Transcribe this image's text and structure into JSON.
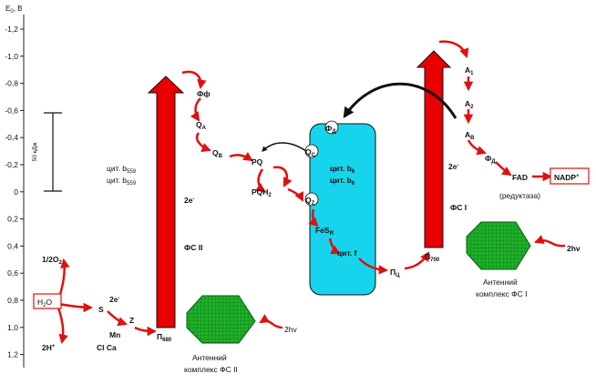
{
  "axis": {
    "title_main": "E",
    "title_sub": "0",
    "title_unit": ", В",
    "ticks": [
      "-1,2",
      "-1,0",
      "-0,8",
      "-0,6",
      "-0,4",
      "-0,2",
      "0",
      "0,2",
      "0,4",
      "0,6",
      "0,8",
      "1,0",
      "1,2"
    ],
    "scale_bar_label": "50 кДж"
  },
  "labels": {
    "ff": "Фф",
    "qa_main": "Q",
    "qa_sub": "A",
    "qb_main": "Q",
    "qb_sub": "B",
    "pq": "PQ",
    "pqh2_main": "PQH",
    "pqh2_sub": "2",
    "qc_main": "Q",
    "qc_sub": "C",
    "qz_main": "Q",
    "qz_sub": "Z",
    "fd_main": "Ф",
    "fd_sub": "Д",
    "cyt_b6_1_main": "цит. b",
    "cyt_b6_1_sub": "6",
    "cyt_b6_2_main": "цит. b",
    "cyt_b6_2_sub": "6",
    "fesr_main": "FeS",
    "fesr_sub": "R",
    "cyt_f": "цит. f",
    "pc_main": "П",
    "pc_sub": "Ц",
    "p700_main": "П",
    "p700_sub": "700",
    "p680_main": "П",
    "p680_sub": "680",
    "cyt_b559_1_main": "цит. b",
    "cyt_b559_1_sub": "559",
    "cyt_b559_2_main": "цит. b",
    "cyt_b559_2_sub": "559",
    "two_e_ps2": "2e",
    "two_e_ps2_sup": "-",
    "ps2": "ФС II",
    "two_e_ps1": "2e",
    "two_e_ps1_sup": "-",
    "ps1": "ФС I",
    "a1_main": "A",
    "a1_sub": "1",
    "a2_main": "A",
    "a2_sub": "2",
    "ab_main": "A",
    "ab_sub": "B",
    "fd2_main": "Ф",
    "fd2_sub": "Д",
    "fad": "FAD",
    "nadp_main": "NADP",
    "nadp_sup": "+",
    "reductase": "(редуктаза)",
    "h2o_main": "H",
    "h2o_sub": "2",
    "h2o_tail": "O",
    "half_o2_main": "1/2O",
    "half_o2_sub": "2",
    "two_h_main": "2H",
    "two_h_sup": "+",
    "s": "S",
    "z": "Z",
    "two_e_water": "2e",
    "two_e_water_sup": "-",
    "mn": "Mn",
    "cl_ca": "Cl   Ca",
    "hv_ps2": "2hv",
    "hv_ps1": "2hv",
    "antenna_ps2_line1": "Антенний",
    "antenna_ps2_line2": "комплекс ФС II",
    "antenna_ps1_line1": "Антенний",
    "antenna_ps1_line2": "комплекс ФС I"
  },
  "colors": {
    "arrow_red": "#e01010",
    "bar_red": "#e80000",
    "cytochrome_fill": "#16d4ec",
    "antenna_green": "#1fb02a"
  }
}
